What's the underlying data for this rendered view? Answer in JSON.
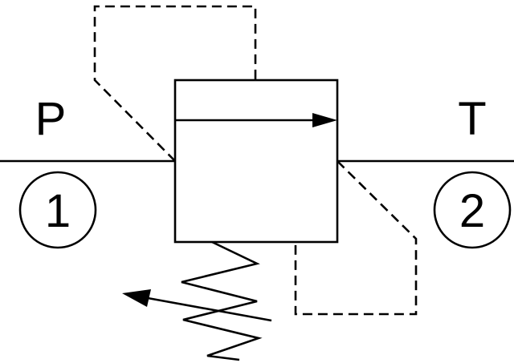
{
  "diagram": {
    "kind": "hydraulic-pressure-relief-valve-schematic",
    "labels": {
      "left_port": "P",
      "right_port": "T",
      "left_port_number": "1",
      "right_port_number": "2"
    },
    "components": [
      "flow-line-left",
      "flow-line-right",
      "valve-body",
      "internal-flow-arrow",
      "pilot-line-top",
      "pilot-drain-line",
      "spring",
      "adjustment-arrow",
      "port-circle-1",
      "port-circle-2"
    ],
    "colors": {
      "stroke": "#000000",
      "background": "#ffffff"
    }
  }
}
